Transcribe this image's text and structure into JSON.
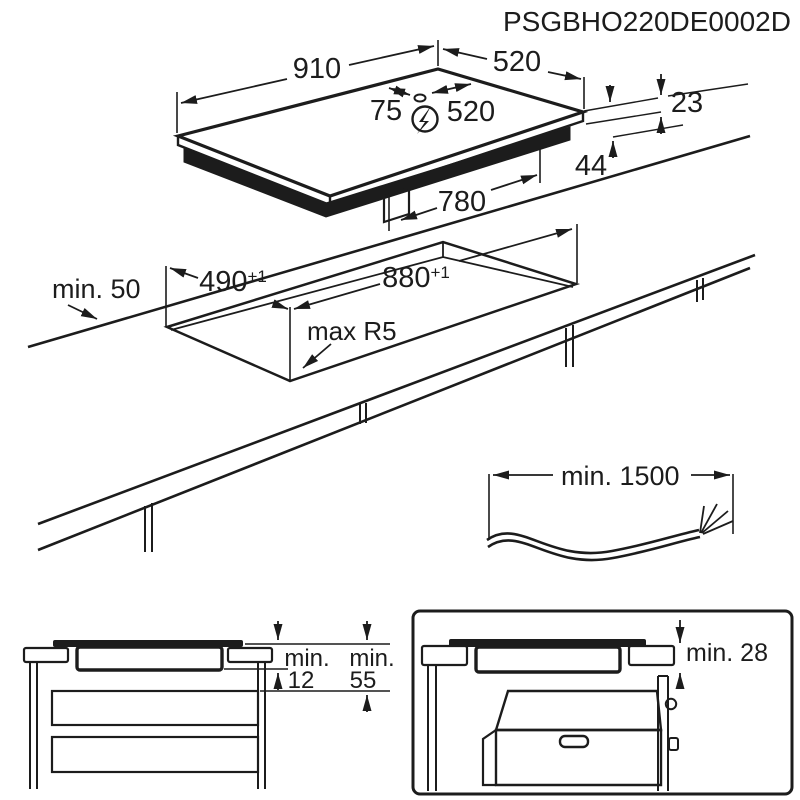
{
  "title": "PSGBHO220DE0002D",
  "colors": {
    "line": "#1c1c1c",
    "background": "#ffffff"
  },
  "top_view": {
    "width_mm": "910",
    "depth_mm": "520",
    "cable_offset_left": "75",
    "cable_offset_right": "520",
    "height_above_worktop": "23",
    "total_height": "44",
    "body_width": "780",
    "power_icon": "lightning-bolt-circle"
  },
  "cutout": {
    "depth_value": "490",
    "depth_tolerance": "+1",
    "width_value": "880",
    "width_tolerance": "+1",
    "corner_radius": "max R5",
    "wall_distance": "min. 50"
  },
  "cable": {
    "length": "min. 1500"
  },
  "drawer_clearance": {
    "hob_gap_label": "min.",
    "hob_gap_value": "12",
    "drawer_gap_label": "min.",
    "drawer_gap_value": "55"
  },
  "oven_clearance": {
    "gap": "min. 28"
  }
}
